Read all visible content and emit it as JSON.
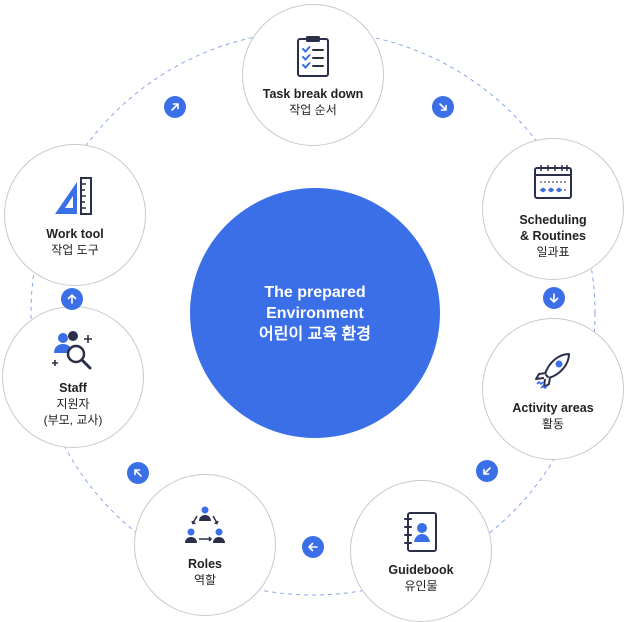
{
  "center": {
    "line1": "The prepared",
    "line2": "Environment",
    "line3": "어린이 교육 환경"
  },
  "nodes": {
    "task": {
      "label": "Task break down",
      "sub": "작업 순서",
      "icon": "clipboard-checklist-icon"
    },
    "scheduling": {
      "label1": "Scheduling",
      "label2": "& Routines",
      "sub": "일과표",
      "icon": "calendar-icon"
    },
    "activity": {
      "label": "Activity areas",
      "sub": "활동",
      "icon": "rocket-icon"
    },
    "guidebook": {
      "label": "Guidebook",
      "sub": "유인물",
      "icon": "address-book-icon"
    },
    "roles": {
      "label": "Roles",
      "sub": "역할",
      "icon": "people-cycle-icon"
    },
    "staff": {
      "label": "Staff",
      "sub1": "지원자",
      "sub2": "(부모, 교사)",
      "icon": "people-search-icon"
    },
    "worktool": {
      "label": "Work tool",
      "sub": "작업 도구",
      "icon": "ruler-triangle-icon"
    }
  },
  "colors": {
    "accent": "#3a6fe8",
    "ring": "#8aa6e8",
    "icon_dark": "#2b2f4a"
  }
}
